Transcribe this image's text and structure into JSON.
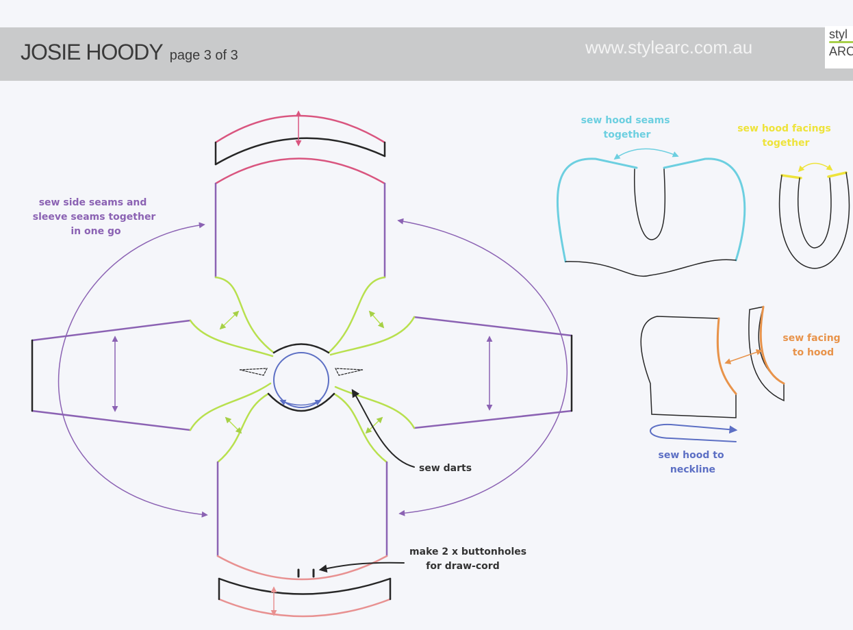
{
  "header": {
    "title": "JOSIE HOODY",
    "page": "page 3 of 3",
    "url": "www.stylearc.com.au",
    "logo_line1": "styl",
    "logo_line2": "ARC"
  },
  "labels": {
    "side_seams": [
      "sew side seams and",
      "sleeve seams together",
      "in one go"
    ],
    "darts": "sew darts",
    "buttonholes": [
      "make 2 x buttonholes",
      "for draw-cord"
    ],
    "hood_seams": [
      "sew hood seams",
      "together"
    ],
    "hood_facings": [
      "sew hood facings",
      "together"
    ],
    "facing_to_hood": [
      "sew facing",
      "to hood"
    ],
    "hood_to_neckline": [
      "sew hood to",
      "neckline"
    ]
  },
  "colors": {
    "pink": "#d9557f",
    "purple": "#8b62b3",
    "green": "#b8e04e",
    "blue": "#5c6fc4",
    "cyan": "#6ccfe0",
    "yellow": "#eee33a",
    "orange": "#e8934a",
    "salmon": "#e89191",
    "black": "#262626"
  }
}
